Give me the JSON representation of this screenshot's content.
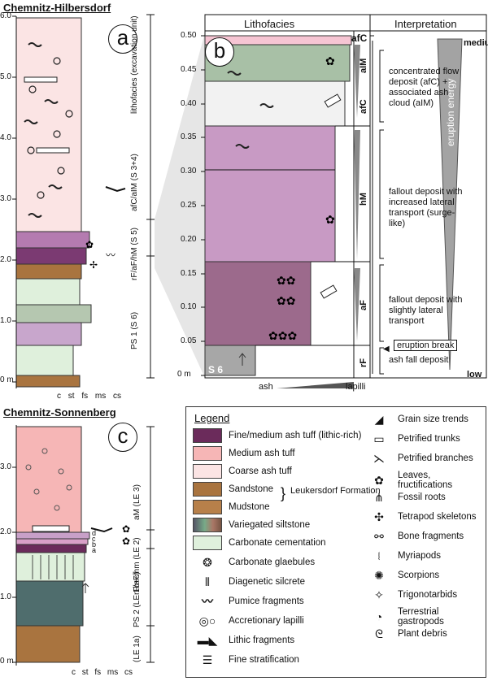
{
  "panel_a": {
    "title": "Chemnitz-Hilbersdorf",
    "label": "a",
    "y_ticks": [
      "0 m",
      "1.0",
      "2.0",
      "3.0",
      "4.0",
      "5.0",
      "6.0"
    ],
    "x_ticks": [
      "c",
      "st",
      "fs",
      "ms",
      "cs"
    ],
    "unit_labels": [
      "lithofacies (excavation unit)",
      "afC/aIM (S 3+4)",
      "rF/aF/hM (S 5)",
      "PS 1 (S 6)"
    ]
  },
  "panel_b": {
    "label": "b",
    "col_lithofacies": "Lithofacies",
    "col_interpretation": "Interpretation",
    "y_ticks": [
      "0 m",
      "0.05",
      "0.10",
      "0.15",
      "0.20",
      "0.25",
      "0.30",
      "0.35",
      "0.40",
      "0.45",
      "0.50"
    ],
    "x_label_left": "ash",
    "x_label_right": "lapilli",
    "bed_label": "S 6",
    "facies": [
      "afC",
      "aIM",
      "afC",
      "hM",
      "aF",
      "rF"
    ],
    "interpretations": [
      "concentrated flow deposit (afC) + associated ash cloud (aIM)",
      "fallout deposit with increased lateral transport (surge-like)",
      "fallout deposit with slightly lateral transport",
      "eruption break",
      "ash fall deposit"
    ],
    "energy_label": "eruption energy",
    "energy_top": "medium",
    "energy_bottom": "low"
  },
  "panel_c": {
    "title": "Chemnitz-Sonnenberg",
    "label": "c",
    "y_ticks": [
      "0 m",
      "1.0",
      "2.0",
      "3.0"
    ],
    "x_ticks": [
      "c",
      "st",
      "fs",
      "ms",
      "cs"
    ],
    "unit_labels": [
      "aM (LE 3)",
      "rF/aF/hm (LE 2)",
      "PS 2 (LE 1b+c)",
      "(LE 1a)"
    ],
    "sub_labels": [
      "d",
      "c",
      "b",
      "a"
    ]
  },
  "legend": {
    "title": "Legend",
    "left": [
      {
        "label": "Fine/medium ash tuff (lithic-rich)",
        "color": "#6b2b5b"
      },
      {
        "label": "Medium ash tuff",
        "color": "#f6b6b6"
      },
      {
        "label": "Coarse ash tuff",
        "color": "#fbe4e4"
      },
      {
        "label": "Sandstone",
        "color": "#a9743f"
      },
      {
        "label": "Mudstone",
        "color": "#b7804a"
      },
      {
        "label": "Variegated siltstone",
        "color": "#5a7a7a"
      },
      {
        "label": "Carbonate cementation",
        "color": "#dff0dc"
      },
      {
        "label": "Carbonate glaebules",
        "icon": "glaebule-icon"
      },
      {
        "label": "Diagenetic silcrete",
        "icon": "silcrete-icon"
      },
      {
        "label": "Pumice fragments",
        "icon": "pumice-icon"
      },
      {
        "label": "Accretionary lapilli",
        "icon": "lapilli-icon"
      },
      {
        "label": "Lithic fragments",
        "icon": "lithic-icon"
      },
      {
        "label": "Fine stratification",
        "icon": "stratification-icon"
      }
    ],
    "formation_label": "Leukersdorf Formation",
    "right": [
      {
        "label": "Grain size trends",
        "icon": "grain-trend-icon"
      },
      {
        "label": "Petrified trunks",
        "icon": "trunk-icon"
      },
      {
        "label": "Petrified branches",
        "icon": "branch-icon"
      },
      {
        "label": "Leaves, fructifications",
        "icon": "leaf-icon"
      },
      {
        "label": "Fossil roots",
        "icon": "root-icon"
      },
      {
        "label": "Tetrapod skeletons",
        "icon": "tetrapod-icon"
      },
      {
        "label": "Bone fragments",
        "icon": "bone-icon"
      },
      {
        "label": "Myriapods",
        "icon": "myriapod-icon"
      },
      {
        "label": "Scorpions",
        "icon": "scorpion-icon"
      },
      {
        "label": "Trigonotarbids",
        "icon": "trigonotarbid-icon"
      },
      {
        "label": "Terrestrial gastropods",
        "icon": "gastropod-icon"
      },
      {
        "label": "Plant debris",
        "icon": "plant-debris-icon"
      }
    ]
  }
}
